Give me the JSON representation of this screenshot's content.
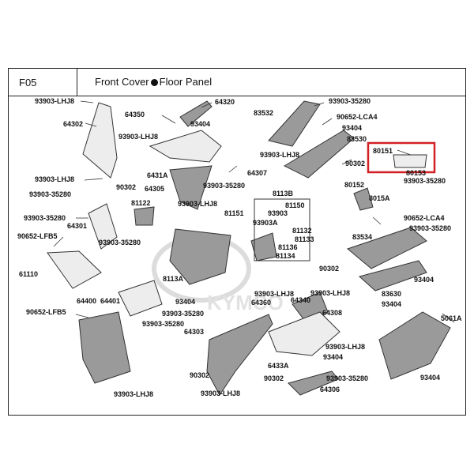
{
  "header": {
    "code": "F05",
    "title_left": "Front Cover",
    "title_right": "Floor Panel"
  },
  "watermark": "KYMCO",
  "highlight_color": "#d32027",
  "labels": [
    "93903-LHJ8",
    "64302",
    "64350",
    "64320",
    "93404",
    "93903-LHJ8",
    "83532",
    "93903-35280",
    "90652-LCA4",
    "93404",
    "83530",
    "80151",
    "93903-LHJ8",
    "90302",
    "80153",
    "93903-35280",
    "93903-LHJ8",
    "90302",
    "6431A",
    "64305",
    "64307",
    "93903-35280",
    "93903-35280",
    "93903-35280",
    "81122",
    "93903-LHJ8",
    "81151",
    "8113B",
    "81150",
    "93903",
    "93903A",
    "81132",
    "81133",
    "81136",
    "81134",
    "80152",
    "8015A",
    "90652-LCA4",
    "93903-35280",
    "83534",
    "90652-LFB5",
    "64301",
    "93903-35280",
    "61110",
    "8113A",
    "90302",
    "93404",
    "93903-LHJ8",
    "64360",
    "93903-LHJ8",
    "64340",
    "83630",
    "93404",
    "64400",
    "64401",
    "90652-LFB5",
    "93903-35280",
    "93404",
    "93903-35280",
    "64308",
    "5061A",
    "64303",
    "93903-LHJ8",
    "6433A",
    "93404",
    "90302",
    "90302",
    "93903-35280",
    "93903-LHJ8",
    "64306",
    "93404",
    "93903-LHJ8"
  ]
}
